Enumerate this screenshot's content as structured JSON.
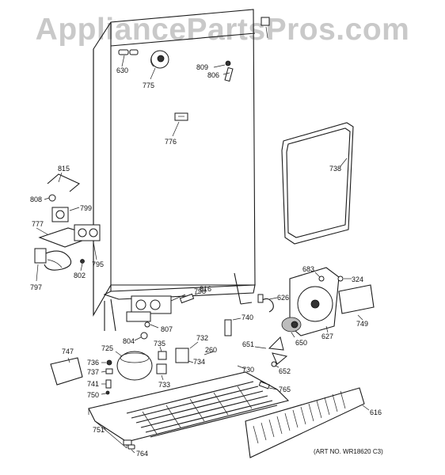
{
  "watermark": "AppliancePartsPros.com",
  "art_number": "(ART NO. WR18620 C3)",
  "callouts": {
    "c630": "630",
    "c775": "775",
    "c809": "809",
    "c806": "806",
    "c776": "776",
    "c815": "815",
    "c808": "808",
    "c799": "799",
    "c777": "777",
    "c795": "795",
    "c802": "802",
    "c797": "797",
    "c738": "738",
    "c683": "683",
    "c324": "324",
    "c798": "798",
    "c816": "816",
    "c626": "626",
    "c627": "627",
    "c749": "749",
    "c740": "740",
    "c650": "650",
    "c807": "807",
    "c804": "804",
    "c725": "725",
    "c735": "735",
    "c732": "732",
    "c260": "260",
    "c651": "651",
    "c747": "747",
    "c736": "736",
    "c737": "737",
    "c734": "734",
    "c730": "730",
    "c652": "652",
    "c741": "741",
    "c733": "733",
    "c765": "765",
    "c750": "750",
    "c616": "616",
    "c751": "751",
    "c764": "764"
  }
}
